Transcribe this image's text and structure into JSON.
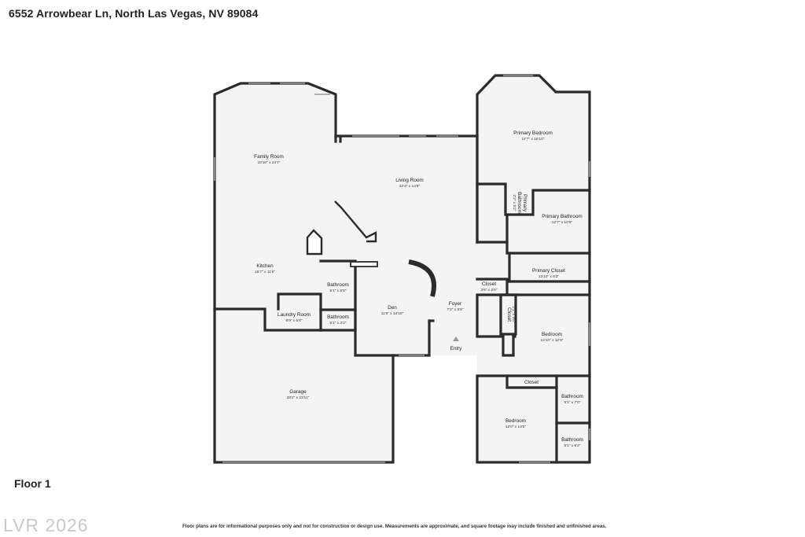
{
  "header": {
    "address": "6552 Arrowbear Ln, North Las Vegas, NV 89084"
  },
  "floor": {
    "label": "Floor 1"
  },
  "footer": {
    "watermark": "LVR 2026",
    "disclaimer": "Floor plans are for informational purposes only and not for construction or design use. Measurements are approximate, and square footage may include finished and unfinished areas."
  },
  "rooms": {
    "family_room": {
      "name": "Family Room",
      "dims": "18'10\" x 24'7\""
    },
    "living_room": {
      "name": "Living Room",
      "dims": "22'4\" x 14'9\""
    },
    "kitchen": {
      "name": "Kitchen",
      "dims": "16'7\" x 11'6\""
    },
    "bathroom_a": {
      "name": "Bathroom",
      "dims": "5'1\" x 6'6\""
    },
    "bathroom_b": {
      "name": "Bathroom",
      "dims": "5'1\" x 3'2\""
    },
    "laundry_room": {
      "name": "Laundry Room",
      "dims": "8'9\" x 5'6\""
    },
    "den": {
      "name": "Den",
      "dims": "11'8\" x 14'10\""
    },
    "foyer": {
      "name": "Foyer",
      "dims": "7'2\" x 8'6\""
    },
    "entry": {
      "name": "Entry"
    },
    "garage": {
      "name": "Garage",
      "dims": "28'2\" x 23'11\""
    },
    "primary_bedroom": {
      "name": "Primary Bedroom",
      "dims": "17'7\" x 16'10\""
    },
    "primary_bathroom_small": {
      "name1": "Primary",
      "name2": "Bathroom",
      "dims": "2'2\" x 5'2\""
    },
    "primary_bathroom": {
      "name": "Primary Bathroom",
      "dims": "12'7\" x 10'9\""
    },
    "primary_closet": {
      "name": "Primary Closet",
      "dims": "13'10\" x 6'3\""
    },
    "closet_foyer": {
      "name": "Closet",
      "dims": "3'6\" x 2'0\""
    },
    "closet_vertical": {
      "name": "Closet",
      "dims": "2'2\" x 4'5\""
    },
    "bedroom_a": {
      "name": "Bedroom",
      "dims": "12'10\" x 12'9\""
    },
    "closet_bedroom": {
      "name": "Closet"
    },
    "bedroom_b": {
      "name": "Bedroom",
      "dims": "12'0\" x 13'6\""
    },
    "bathroom_c": {
      "name": "Bathroom",
      "dims": "5'1\" x 7'0\""
    },
    "bathroom_d": {
      "name": "Bathroom",
      "dims": "5'1\" x 6'2\""
    }
  },
  "colors": {
    "wall": "#2b2b2b",
    "floor": "#f4f4f4",
    "window": "#9a9a9a"
  }
}
